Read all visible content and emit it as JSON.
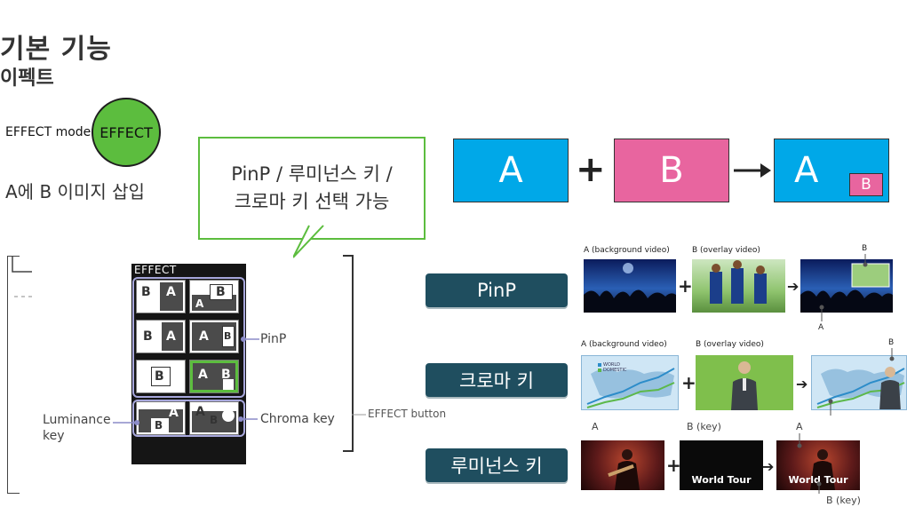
{
  "heading": {
    "title": "기본 기능",
    "subtitle": "이펙트"
  },
  "effect_mode": {
    "label": "EFFECT mode",
    "circle_text": "EFFECT"
  },
  "insert_text": "A에 B 이미지 삽입",
  "callout": {
    "line1": "PinP / 루미넌스 키 /",
    "line2": "크로마 키 선택 가능"
  },
  "panel": {
    "title": "EFFECT",
    "pinp_label": "PinP",
    "chroma_label": "Chroma key",
    "luminance_label": "Luminance key",
    "button_label": "EFFECT button",
    "tile_letters": {
      "a": "A",
      "b": "B"
    }
  },
  "top_diagram": {
    "a": "A",
    "b": "B",
    "plus": "+",
    "result_a": "A",
    "result_b": "B"
  },
  "modes": [
    {
      "name": "PinP",
      "cap_a": "A (background video)",
      "cap_b": "B (overlay video)",
      "cap_result_top": "B",
      "cap_result_bottom": "A"
    },
    {
      "name": "크로마 키",
      "cap_a": "A (background video)",
      "cap_b": "B (overlay video)",
      "cap_result_top": "B",
      "map_legend_1": "WORLD",
      "map_legend_2": "DOMESTIC"
    },
    {
      "name": "루미넌스 키",
      "cap_a": "A",
      "cap_b": "B (key)",
      "cap_result_top": "A",
      "cap_result_bottom": "B (key)",
      "key_text": "World Tour"
    }
  ],
  "colors": {
    "green": "#5cbd3e",
    "cyan": "#00a8e8",
    "pink": "#e8659f",
    "pill": "#1f4e5f"
  }
}
